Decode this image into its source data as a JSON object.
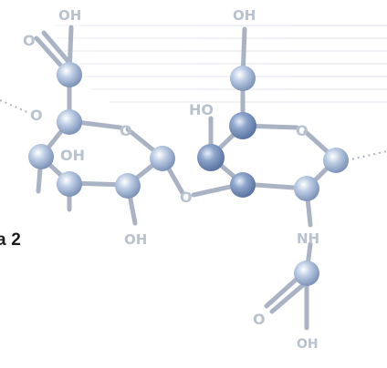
{
  "caption": "a 2",
  "labels": {
    "oh_top_left": "OH",
    "oh_top_right": "OH",
    "ho_mid": "HO",
    "o_ring_left": "O",
    "o_ring_right": "O",
    "o_left_edge": "O",
    "o_carbonyl_top": "O",
    "oh_left_ring": "OH",
    "o_bridge": "O",
    "oh_bottom": "OH",
    "nh": "NH",
    "o_carbonyl_bottom": "O",
    "oh_bottom_right": "OH"
  },
  "colors": {
    "atom": "#a8bcd8",
    "bond": "#aeb6c4",
    "label": "#b9c2d1",
    "caption": "#1c1c1c"
  }
}
